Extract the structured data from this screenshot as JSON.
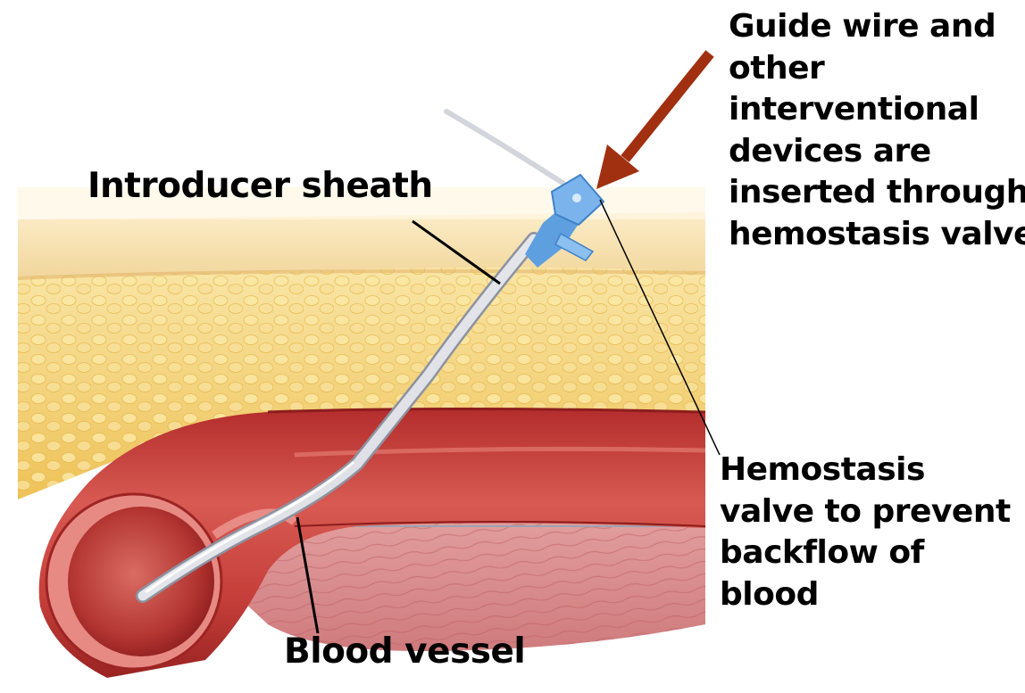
{
  "labels": {
    "introducer_sheath": "Introducer sheath",
    "blood_vessel": "Blood vessel",
    "guide_wire_lines": [
      "Guide wire and",
      "other",
      "interventional",
      "devices are",
      "inserted through",
      "hemostasis valve"
    ],
    "hemostasis_valve_lines": [
      "Hemostasis",
      "valve to prevent",
      "backflow of",
      "blood"
    ]
  },
  "colors": {
    "arrow": "#a03010",
    "fat": "#f2cf6a",
    "skin": "#f5dfae",
    "vessel": "#c23a35",
    "muscle": "#d88a8a",
    "valve": "#5e9fe0"
  }
}
